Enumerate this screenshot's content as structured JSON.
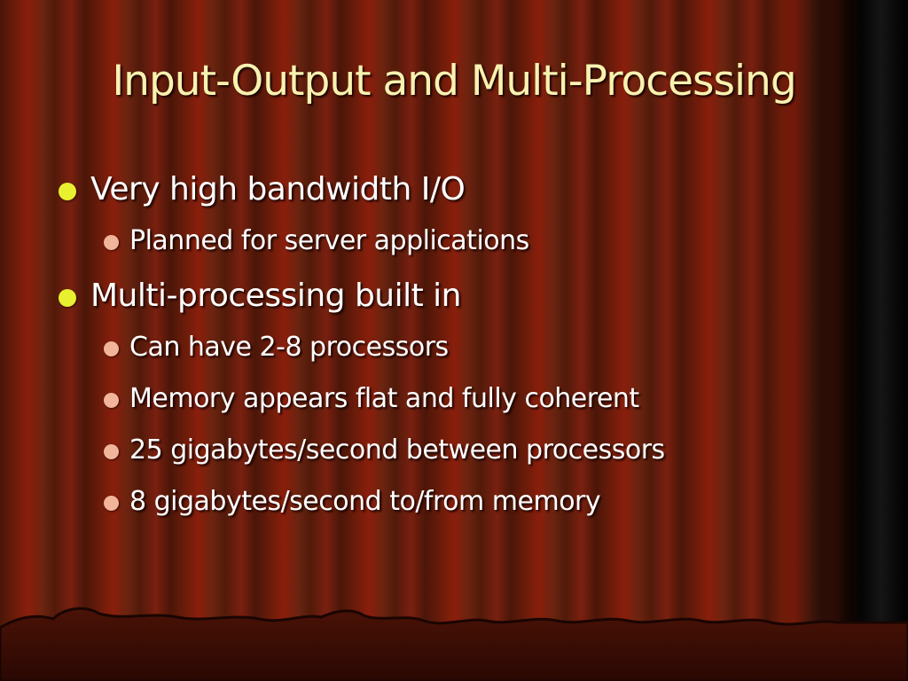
{
  "slide": {
    "title": "Input-Output and Multi-Processing",
    "bullets": [
      {
        "level": 1,
        "text": "Very high bandwidth I/O"
      },
      {
        "level": 2,
        "text": "Planned for server applications"
      },
      {
        "level": 1,
        "text": "Multi-processing built in"
      },
      {
        "level": 2,
        "text": "Can have 2-8 processors"
      },
      {
        "level": 2,
        "text": "Memory appears flat and fully coherent"
      },
      {
        "level": 2,
        "text": "25 gigabytes/second between processors"
      },
      {
        "level": 2,
        "text": "8 gigabytes/second to/from memory"
      }
    ]
  },
  "colors": {
    "title_text": "#f8f2b0",
    "body_text": "#ffffff",
    "level1_bullet": "#e8f030",
    "level2_bullet": "#f2b49a",
    "curtain_red": "#8a1e0c",
    "stage_floor": "#3a0c04"
  },
  "theme": {
    "background": "red-curtain",
    "bottom_decoration": "wavy-stage-edge"
  }
}
